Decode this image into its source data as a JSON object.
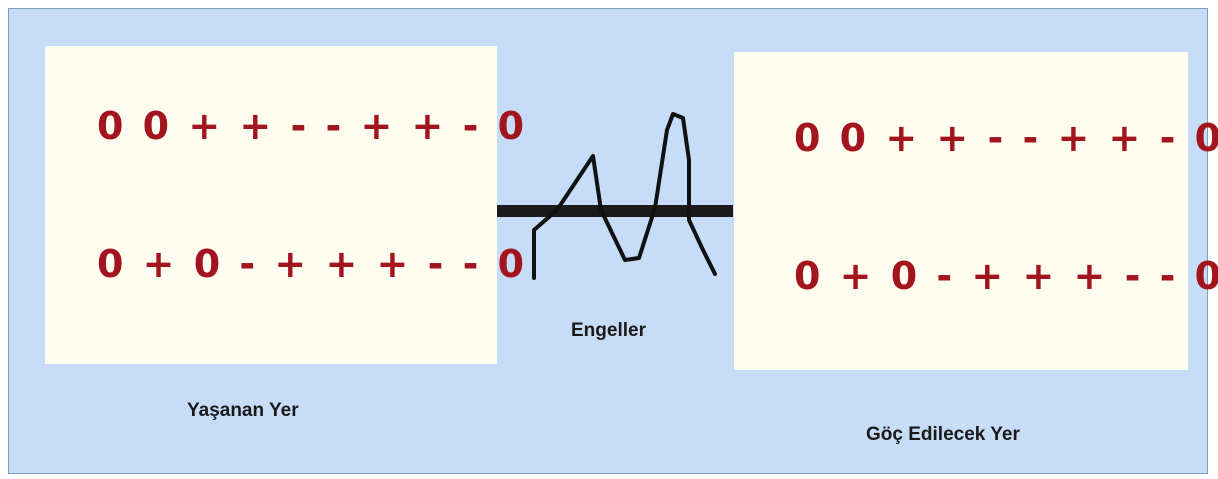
{
  "source_panel": {
    "line_1": "0 0 + + - - + + - 0",
    "line_2": "0 + 0 - + + + - - 0",
    "caption": "Yaşanan Yer"
  },
  "barrier": {
    "caption": "Engeller"
  },
  "destination_panel": {
    "line_1": "0 0 + + - - + + - 0",
    "line_2": "0 + 0 - + + + - - 0",
    "caption": "Göç Edilecek Yer"
  },
  "colors": {
    "background": "#c7ddf7",
    "panel": "#fefdf0",
    "sequence_text": "#a3151e",
    "barrier": "#1a1a1a"
  }
}
